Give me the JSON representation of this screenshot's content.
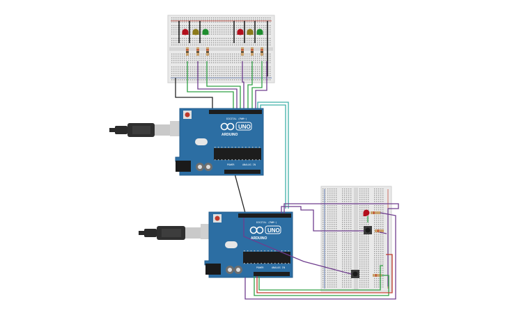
{
  "board_top": {
    "brand": "ARDUINO",
    "model": "UNO",
    "digital_label": "DIGITAL (PWM~)",
    "power_label": "POWER",
    "analog_label": "ANALOG IN"
  },
  "board_bottom": {
    "brand": "ARDUINO",
    "model": "UNO",
    "digital_label": "DIGITAL (PWM~)",
    "power_label": "POWER",
    "analog_label": "ANALOG IN"
  },
  "colors": {
    "board": "#2c6ea3",
    "breadboard": "#e9e9e9",
    "led_red": "#b30f1c",
    "led_yellow": "#8c7a1a",
    "led_green": "#1f8d2f",
    "wire_green": "#2ea043",
    "wire_purple": "#6f3d8e",
    "wire_teal": "#3fb0a8",
    "wire_black": "#222222",
    "wire_red": "#c0392b"
  },
  "icons": [
    "usb-cable-icon",
    "reset-button-icon",
    "chip-icon",
    "led-icon",
    "resistor-icon",
    "pushbutton-icon"
  ]
}
